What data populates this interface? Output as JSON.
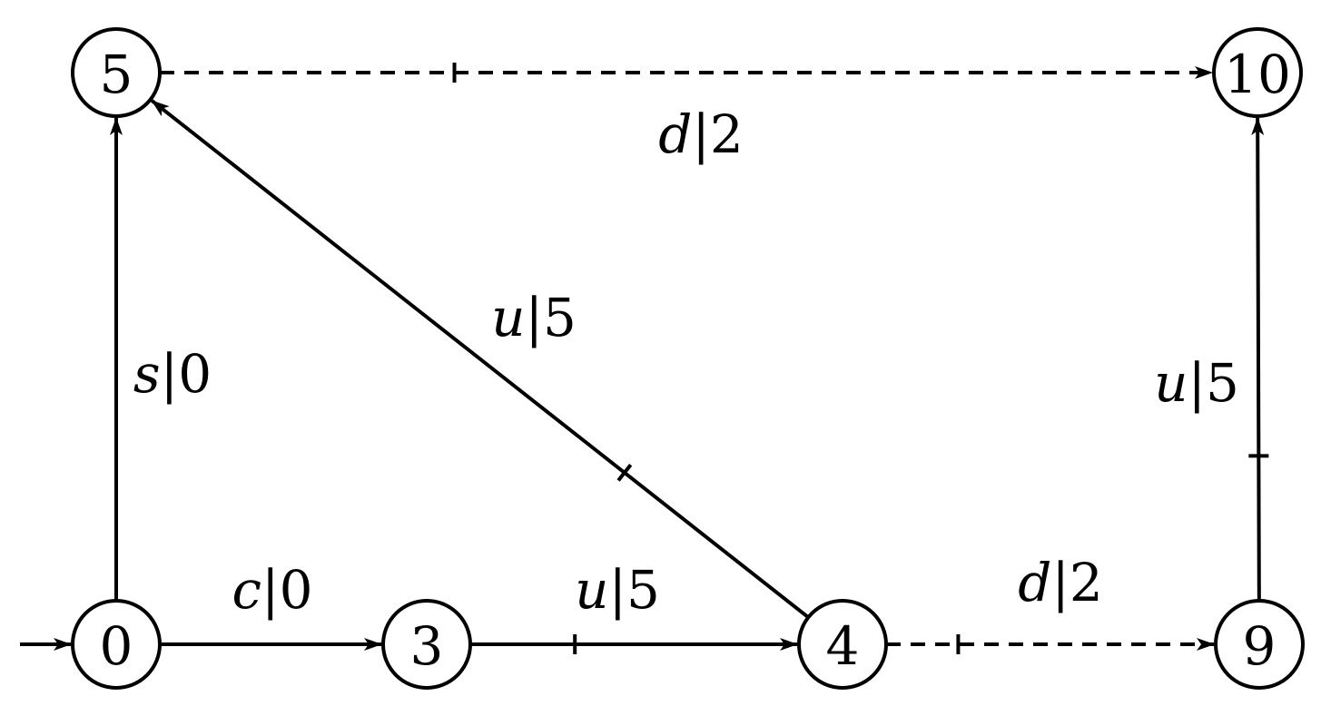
{
  "diagram": {
    "nodes": [
      {
        "id": "n0",
        "label": "0"
      },
      {
        "id": "n3",
        "label": "3"
      },
      {
        "id": "n4",
        "label": "4"
      },
      {
        "id": "n9",
        "label": "9"
      },
      {
        "id": "n5",
        "label": "5"
      },
      {
        "id": "n10",
        "label": "10"
      }
    ],
    "initial_node": "n0",
    "edges": [
      {
        "from": "n0",
        "to": "n5",
        "symbol": "s",
        "value": "0",
        "style": "solid",
        "tick": false
      },
      {
        "from": "n0",
        "to": "n3",
        "symbol": "c",
        "value": "0",
        "style": "solid",
        "tick": false
      },
      {
        "from": "n3",
        "to": "n4",
        "symbol": "u",
        "value": "5",
        "style": "solid",
        "tick": true
      },
      {
        "from": "n4",
        "to": "n5",
        "symbol": "u",
        "value": "5",
        "style": "solid",
        "tick": true
      },
      {
        "from": "n4",
        "to": "n9",
        "symbol": "d",
        "value": "2",
        "style": "dashed",
        "tick": true
      },
      {
        "from": "n9",
        "to": "n10",
        "symbol": "u",
        "value": "5",
        "style": "solid",
        "tick": true
      },
      {
        "from": "n5",
        "to": "n10",
        "symbol": "d",
        "value": "2",
        "style": "dashed",
        "tick": true
      }
    ]
  }
}
